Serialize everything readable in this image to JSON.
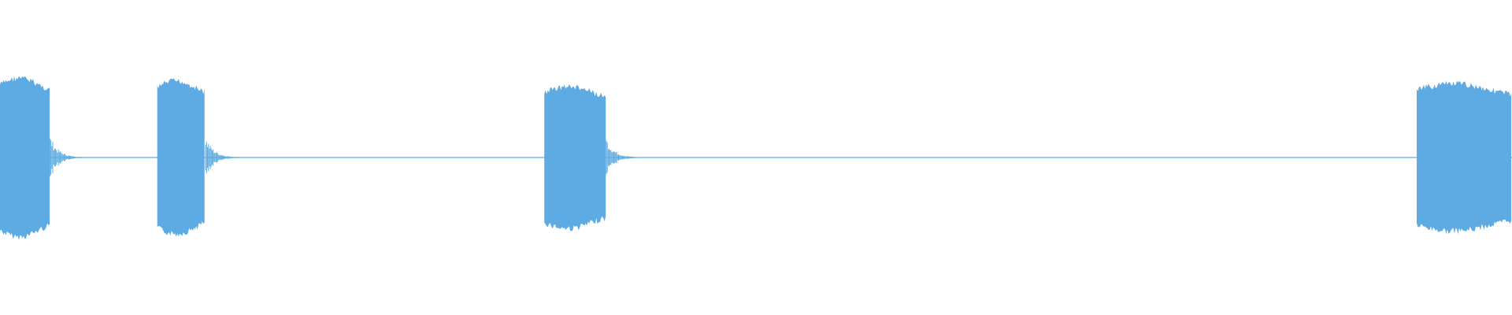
{
  "waveform": {
    "color": "#5dabe2",
    "baseline_color": "#5dabe2",
    "background": "#ffffff",
    "bursts": [
      {
        "name": "burst-1",
        "start": 0.0,
        "end": 0.033,
        "amplitude": 0.56
      },
      {
        "name": "burst-2",
        "start": 0.104,
        "end": 0.136,
        "amplitude": 0.54
      },
      {
        "name": "burst-3",
        "start": 0.36,
        "end": 0.401,
        "amplitude": 0.5
      },
      {
        "name": "burst-4",
        "start": 0.937,
        "end": 1.0,
        "amplitude": 0.52
      }
    ]
  }
}
